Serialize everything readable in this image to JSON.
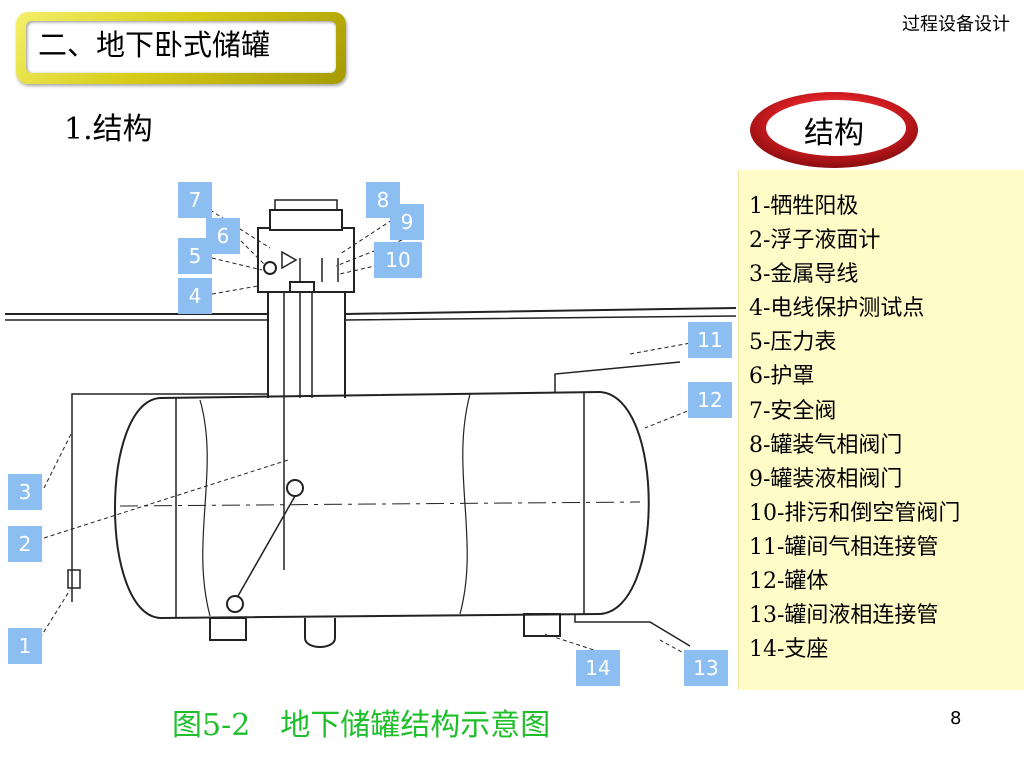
{
  "header": {
    "course_name": "过程设备设计"
  },
  "title": "二、地下卧式储罐",
  "subtitle": "1.结构",
  "badge": "结构",
  "legend_items": [
    "1-牺牲阳极",
    "2-浮子液面计",
    "3-金属导线",
    "4-电线保护测试点",
    "5-压力表",
    "6-护罩",
    "7-安全阀",
    "8-罐装气相阀门",
    "9-罐装液相阀门",
    "10-排污和倒空管阀门",
    "11-罐间气相连接管",
    "12-罐体",
    "13-罐间液相连接管",
    "14-支座"
  ],
  "diagram_labels": [
    "1",
    "2",
    "3",
    "4",
    "5",
    "6",
    "7",
    "8",
    "9",
    "10",
    "11",
    "12",
    "13",
    "14"
  ],
  "caption": "图5-2　地下储罐结构示意图",
  "page_number": "8",
  "colors": {
    "caption": "#1fbf2c",
    "label_box": "#8cbef2",
    "legend_bg": "#fffcc8",
    "title_plate": "#d6cc18",
    "oval_ring": "#c8191e"
  }
}
